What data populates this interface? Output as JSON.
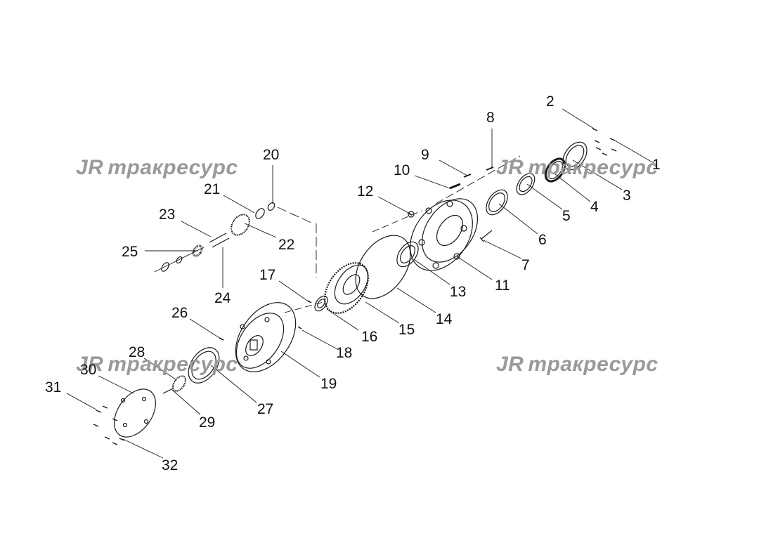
{
  "watermark": {
    "logo": "JR",
    "text": "тракресурс"
  },
  "callouts": [
    "1",
    "2",
    "3",
    "4",
    "5",
    "6",
    "7",
    "8",
    "9",
    "10",
    "11",
    "12",
    "13",
    "14",
    "15",
    "16",
    "17",
    "18",
    "19",
    "20",
    "21",
    "22",
    "23",
    "24",
    "25",
    "26",
    "27",
    "28",
    "29",
    "30",
    "31",
    "32"
  ],
  "colors": {
    "line": "#1a1a1a",
    "watermark": "#9a9a9a",
    "background": "#ffffff"
  }
}
